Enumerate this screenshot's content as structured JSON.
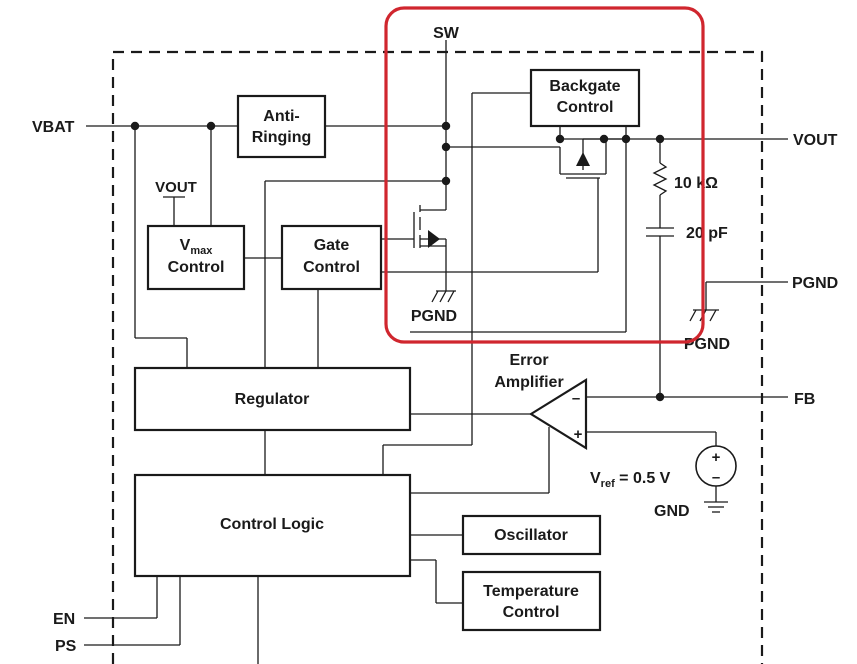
{
  "pins": {
    "vbat": "VBAT",
    "sw": "SW",
    "vout": "VOUT",
    "pgnd_right": "PGND",
    "fb": "FB",
    "en": "EN",
    "ps": "PS"
  },
  "blocks": {
    "anti_ringing_1": "Anti-",
    "anti_ringing_2": "Ringing",
    "backgate_1": "Backgate",
    "backgate_2": "Control",
    "vmax_main": "V",
    "vmax_sub": "max",
    "vmax_2": "Control",
    "gate_1": "Gate",
    "gate_2": "Control",
    "regulator": "Regulator",
    "control_logic": "Control Logic",
    "oscillator": "Oscillator",
    "temperature_1": "Temperature",
    "temperature_2": "Control"
  },
  "labels": {
    "vout_internal": "VOUT",
    "pgnd_mosfet": "PGND",
    "pgnd_feedback": "PGND",
    "resistor": "10 kΩ",
    "capacitor": "20 pF",
    "error_amp_1": "Error",
    "error_amp_2": "Amplifier",
    "vref_main": "V",
    "vref_sub": "ref",
    "vref_value": " = 0.5 V",
    "gnd": "GND",
    "minus": "–",
    "plus": "+"
  },
  "colors": {
    "highlight": "#d0262e",
    "ink": "#1a1a1a"
  }
}
